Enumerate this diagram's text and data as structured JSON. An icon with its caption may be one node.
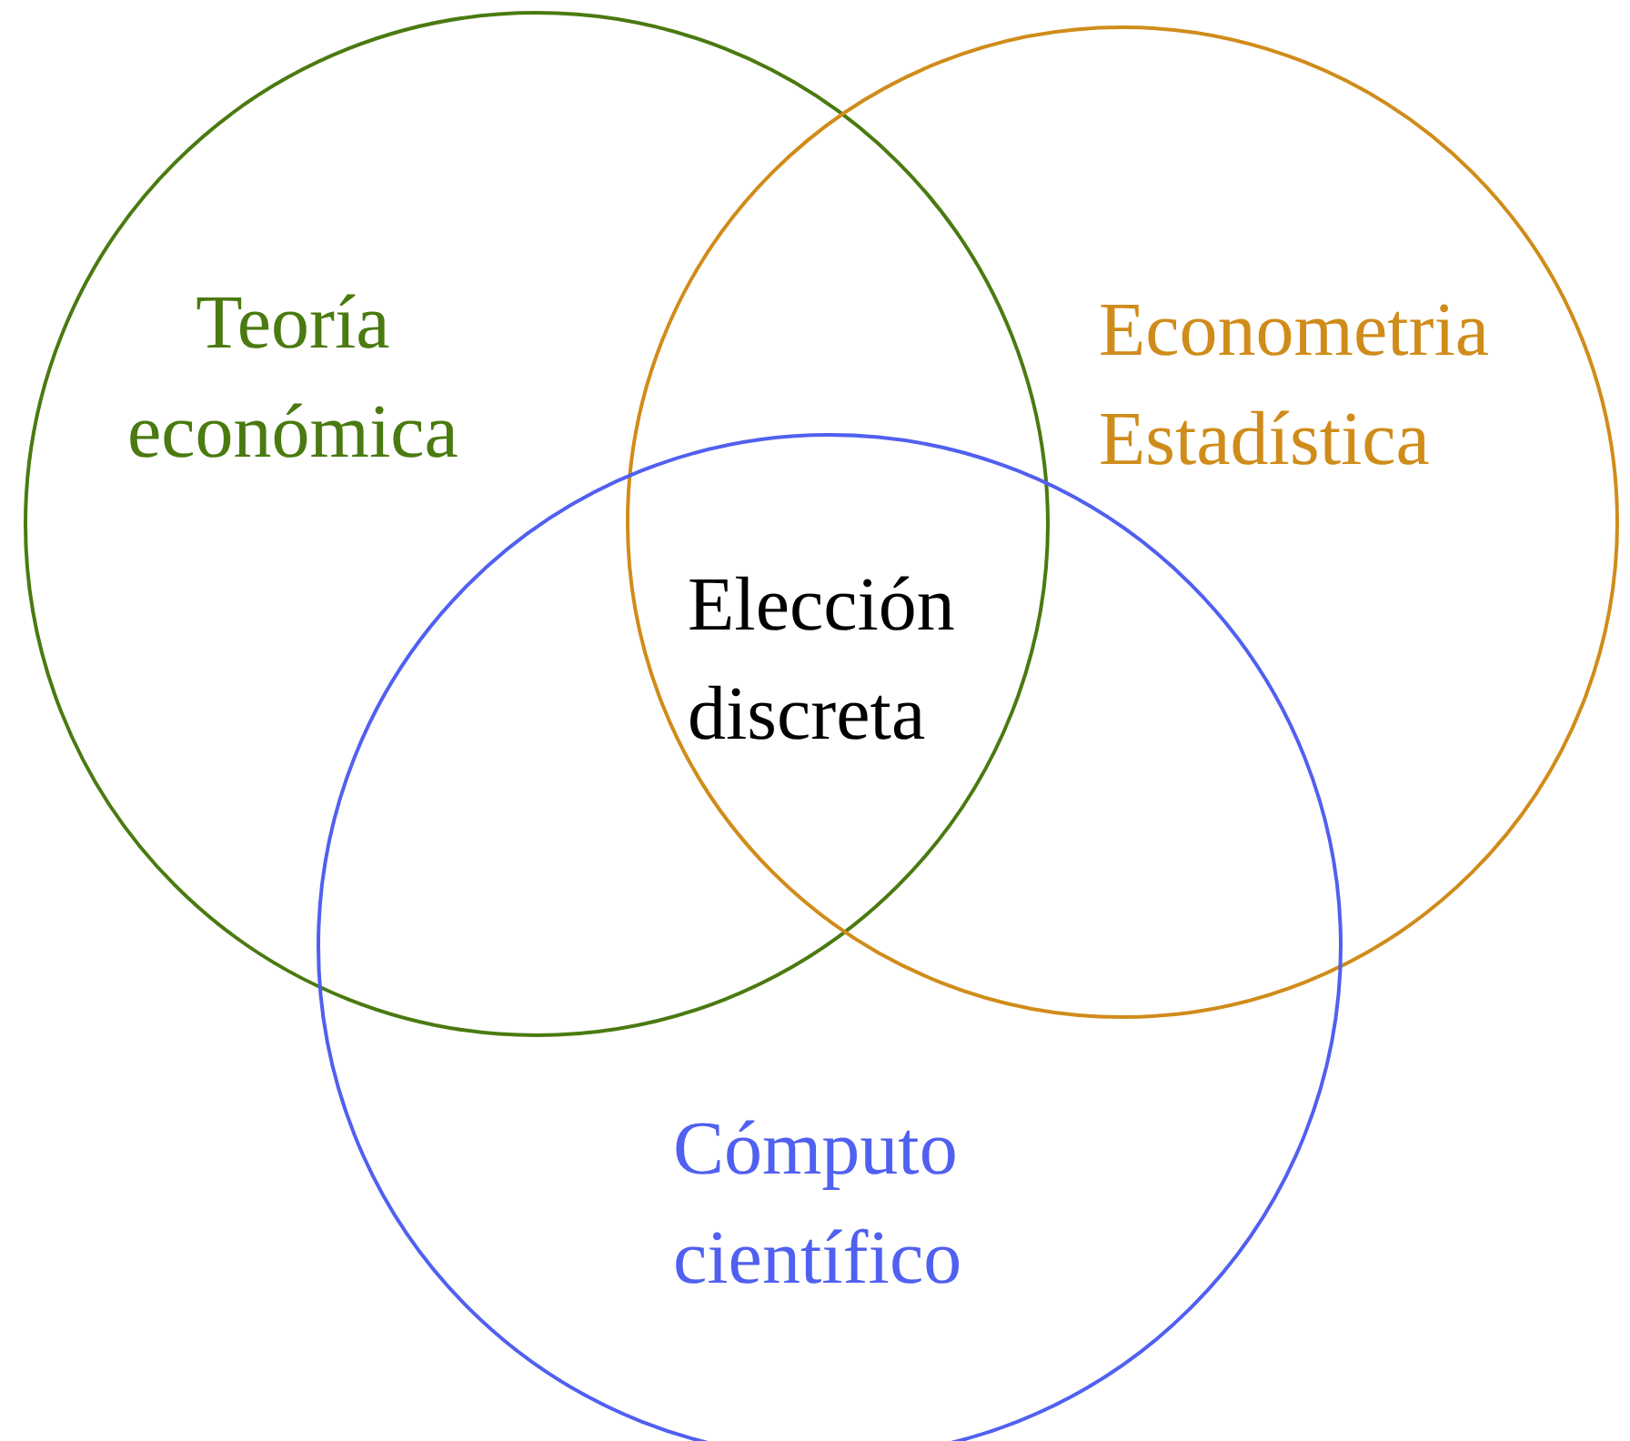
{
  "diagram": {
    "nodes": [
      {
        "text": [
          "Teoría económica"
        ]
      },
      {
        "text": [
          "Econometria Estadística"
        ]
      },
      {
        "text": [
          "Cómputo científico"
        ]
      }
    ],
    "labels": [
      "Elección discreta"
    ]
  }
}
